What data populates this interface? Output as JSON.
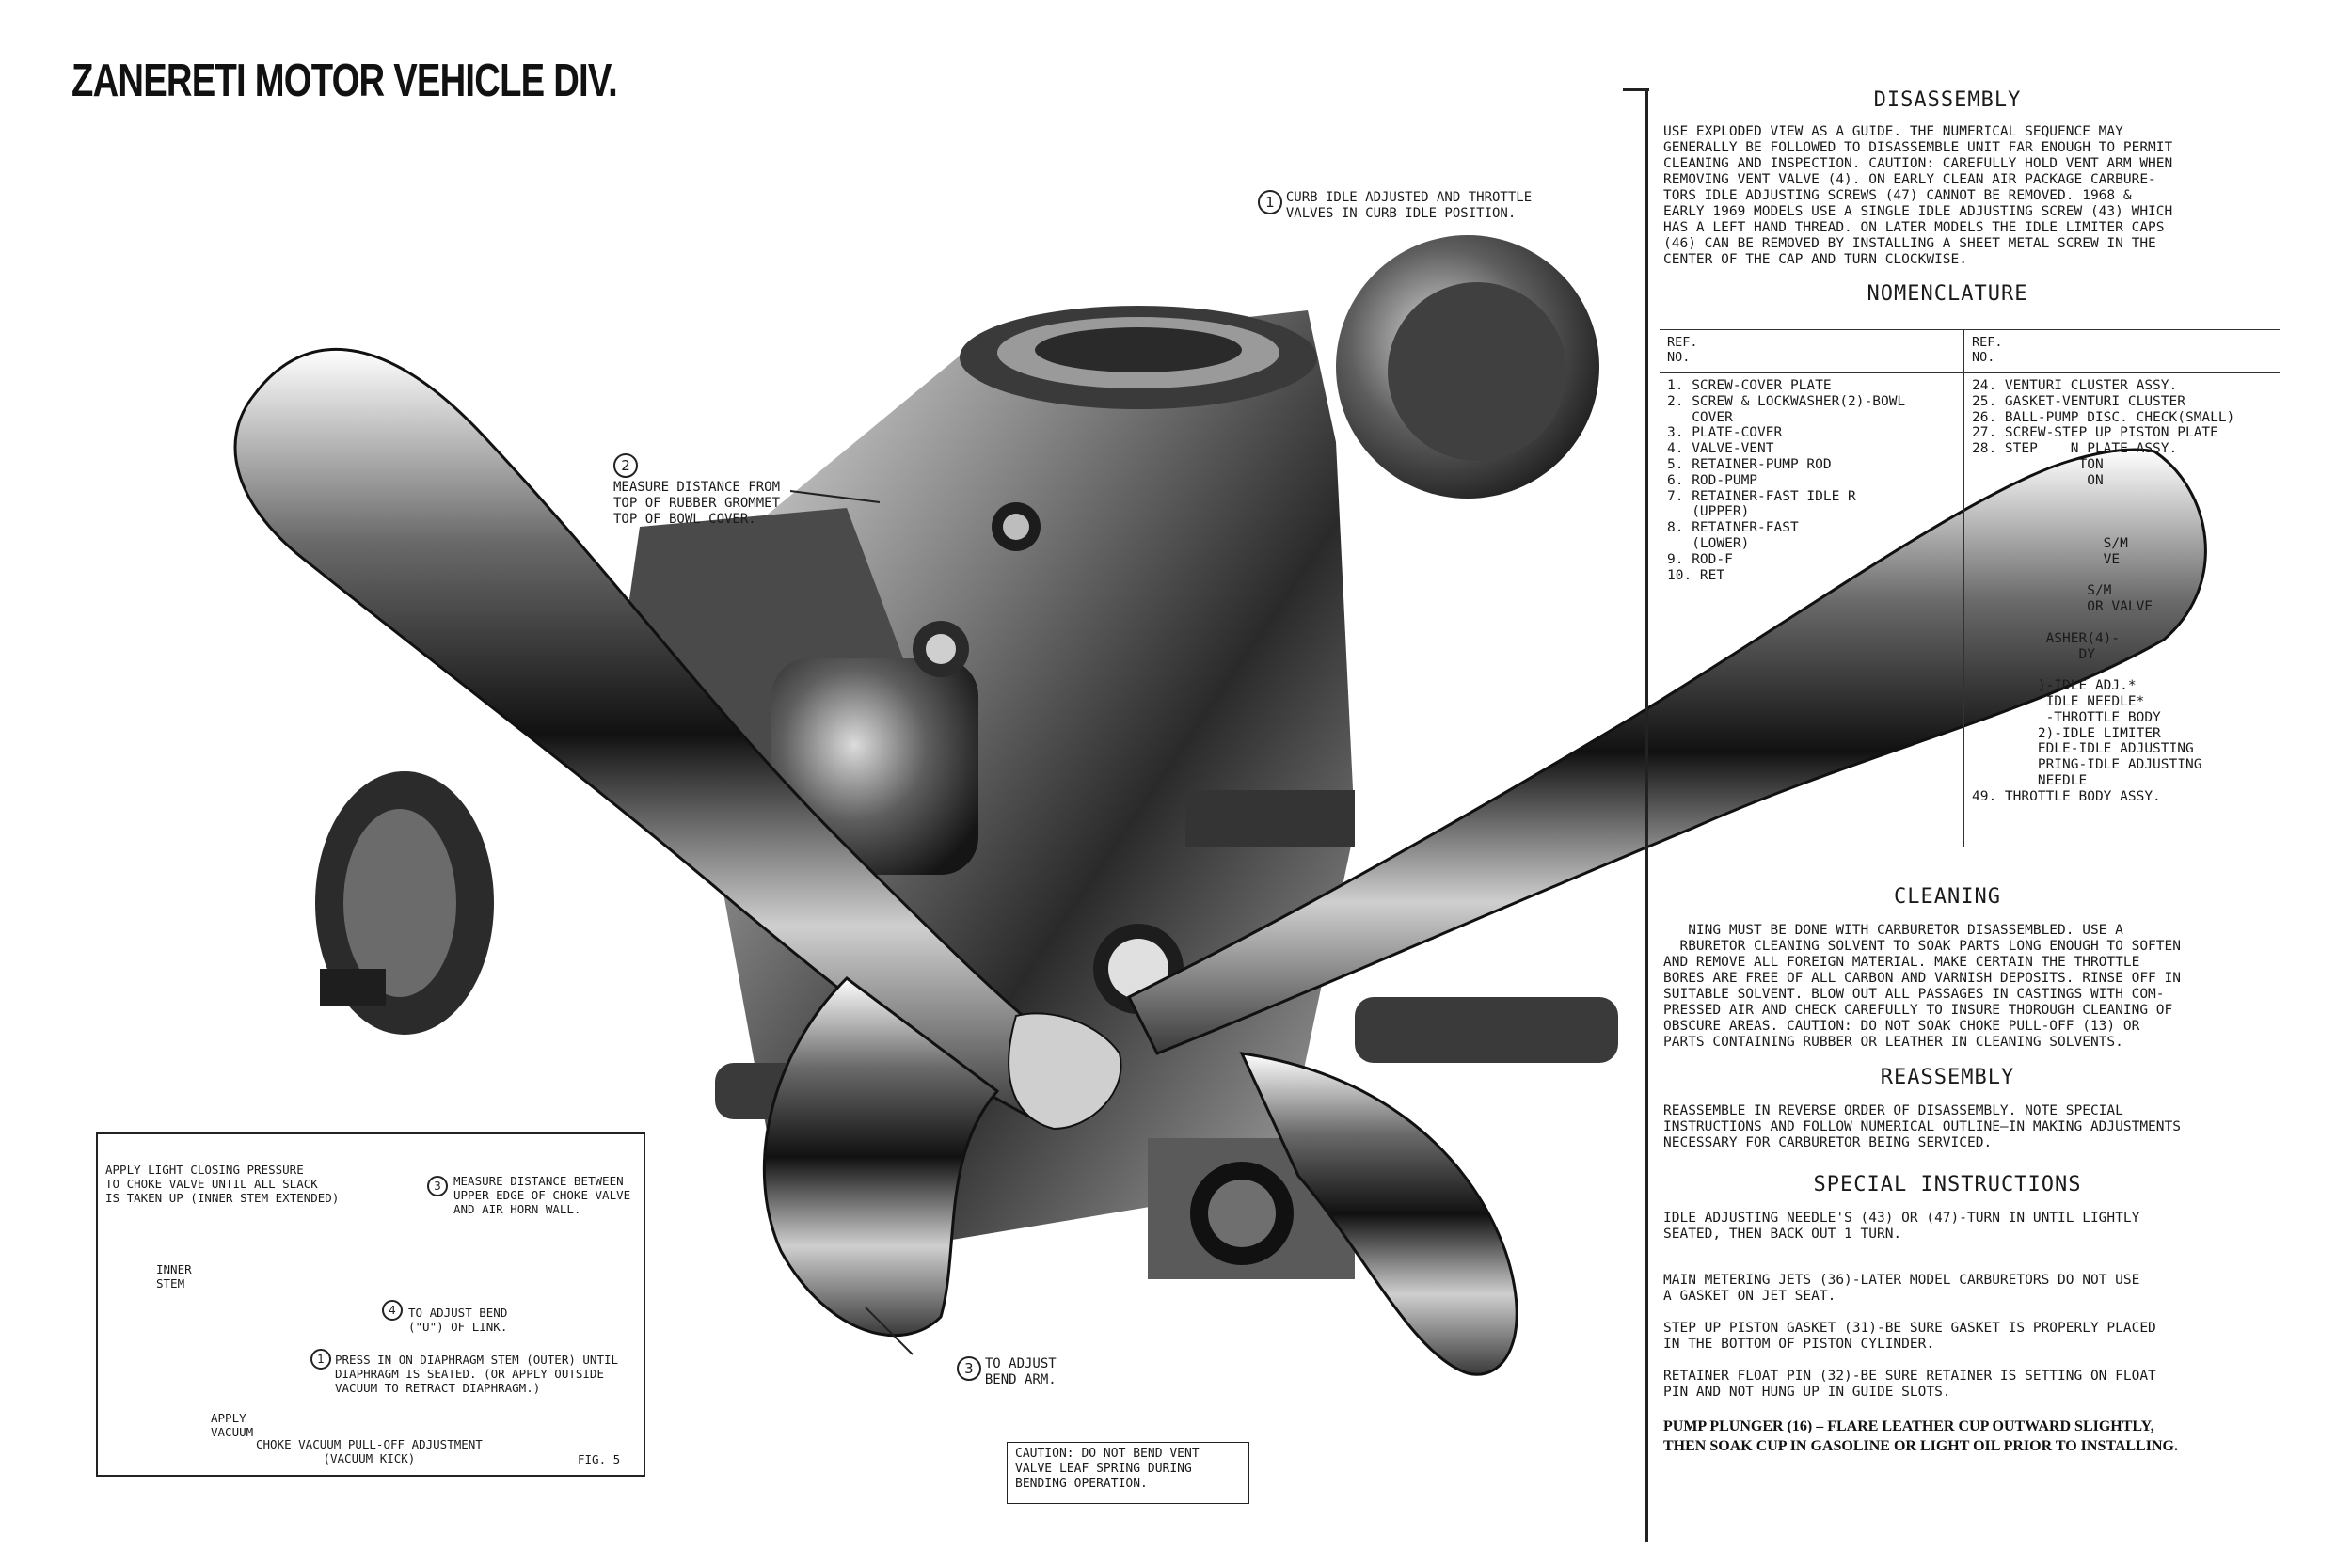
{
  "brand": "ZANERETI MOTOR VEHICLE DIV.",
  "callouts": {
    "c1_num": "1",
    "c1_text": "CURB IDLE ADJUSTED AND THROTTLE\nVALVES IN CURB IDLE POSITION.",
    "c2_num": "2",
    "c2_text": "MEASURE DISTANCE FROM\nTOP OF RUBBER GROMMET\nTOP OF BOWL COVER.",
    "c3_num": "3",
    "c3_text": "TO ADJUST\nBEND ARM."
  },
  "inset": {
    "apply_pressure": "APPLY LIGHT CLOSING PRESSURE\nTO CHOKE VALVE UNTIL ALL SLACK\nIS TAKEN UP (INNER STEM EXTENDED)",
    "n3": "3",
    "measure": "MEASURE DISTANCE BETWEEN\nUPPER EDGE OF CHOKE VALVE\nAND AIR HORN WALL.",
    "inner_stem": "INNER\nSTEM",
    "n4": "4",
    "adjust_bend": "TO ADJUST BEND\n(\"U\") OF LINK.",
    "n1": "1",
    "press": "PRESS IN ON DIAPHRAGM STEM (OUTER) UNTIL\nDIAPHRAGM IS SEATED. (OR APPLY OUTSIDE\nVACUUM TO RETRACT DIAPHRAGM.)",
    "apply_vacuum": "APPLY\nVACUUM",
    "caption": "CHOKE VACUUM PULL-OFF ADJUSTMENT\n(VACUUM KICK)",
    "fig": "FIG. 5"
  },
  "caution_box": "CAUTION: DO NOT BEND VENT\nVALVE LEAF SPRING DURING\nBENDING OPERATION.",
  "sections": {
    "disassembly_title": "DISASSEMBLY",
    "disassembly_text": "USE EXPLODED VIEW AS A GUIDE. THE NUMERICAL SEQUENCE MAY\nGENERALLY BE FOLLOWED TO DISASSEMBLE UNIT FAR ENOUGH TO PERMIT\nCLEANING AND INSPECTION. CAUTION: CAREFULLY HOLD VENT ARM WHEN\nREMOVING VENT VALVE (4). ON EARLY CLEAN AIR PACKAGE CARBURE-\nTORS IDLE ADJUSTING SCREWS (47) CANNOT BE REMOVED. 1968 &\nEARLY 1969 MODELS USE A SINGLE IDLE ADJUSTING SCREW (43) WHICH\nHAS A LEFT HAND THREAD. ON LATER MODELS THE IDLE LIMITER CAPS\n(46) CAN BE REMOVED BY INSTALLING A SHEET METAL SCREW IN THE\nCENTER OF THE CAP AND TURN CLOCKWISE.",
    "nomenclature_title": "NOMENCLATURE",
    "ref_left": "REF.\nNO.",
    "ref_right": "REF.\nNO.",
    "list_left": "1. SCREW-COVER PLATE\n2. SCREW & LOCKWASHER(2)-BOWL\n   COVER\n3. PLATE-COVER\n4. VALVE-VENT\n5. RETAINER-PUMP ROD\n6. ROD-PUMP\n7. RETAINER-FAST IDLE R\n   (UPPER)\n8. RETAINER-FAST\n   (LOWER)\n9. ROD-F\n10. RET",
    "list_right": "24. VENTURI CLUSTER ASSY.\n25. GASKET-VENTURI CLUSTER\n26. BALL-PUMP DISC. CHECK(SMALL)\n27. SCREW-STEP UP PISTON PLATE\n28. STEP    N PLATE ASSY.\n             TON\n              ON\n\n\n\n                S/M\n                VE\n\n              S/M\n              OR VALVE\n\n         ASHER(4)-\n             DY\n\n        )-IDLE ADJ.*\n         IDLE NEEDLE*\n         -THROTTLE BODY\n        2)-IDLE LIMITER\n        EDLE-IDLE ADJUSTING\n        PRING-IDLE ADJUSTING\n        NEEDLE\n49. THROTTLE BODY ASSY.",
    "cleaning_title": "CLEANING",
    "cleaning_text": "   NING MUST BE DONE WITH CARBURETOR DISASSEMBLED. USE A\n  RBURETOR CLEANING SOLVENT TO SOAK PARTS LONG ENOUGH TO SOFTEN\nAND REMOVE ALL FOREIGN MATERIAL. MAKE CERTAIN THE THROTTLE\nBORES ARE FREE OF ALL CARBON AND VARNISH DEPOSITS. RINSE OFF IN\nSUITABLE SOLVENT. BLOW OUT ALL PASSAGES IN CASTINGS WITH COM-\nPRESSED AIR AND CHECK CAREFULLY TO INSURE THOROUGH CLEANING OF\nOBSCURE AREAS. CAUTION: DO NOT SOAK CHOKE PULL-OFF (13) OR\nPARTS CONTAINING RUBBER OR LEATHER IN CLEANING SOLVENTS.",
    "reassembly_title": "REASSEMBLY",
    "reassembly_text": "REASSEMBLE IN REVERSE ORDER OF DISASSEMBLY. NOTE SPECIAL\nINSTRUCTIONS AND FOLLOW NUMERICAL OUTLINE—IN MAKING ADJUSTMENTS\nNECESSARY FOR CARBURETOR BEING SERVICED.",
    "special_title": "SPECIAL INSTRUCTIONS",
    "special_1": "IDLE ADJUSTING NEEDLE'S (43) OR (47)-TURN IN UNTIL LIGHTLY\nSEATED, THEN BACK OUT 1 TURN.",
    "special_2": "MAIN METERING JETS (36)-LATER MODEL CARBURETORS DO NOT USE\nA GASKET ON JET SEAT.",
    "special_3": "STEP UP PISTON GASKET (31)-BE SURE GASKET IS PROPERLY PLACED\nIN THE BOTTOM OF PISTON CYLINDER.",
    "special_4": "RETAINER FLOAT PIN (32)-BE SURE RETAINER IS SETTING ON FLOAT\nPIN AND NOT HUNG UP IN GUIDE SLOTS.",
    "special_5": "PUMP PLUNGER (16) – FLARE LEATHER CUP OUTWARD SLIGHTLY,\nTHEN SOAK CUP IN GASOLINE OR LIGHT OIL PRIOR TO INSTALLING."
  }
}
